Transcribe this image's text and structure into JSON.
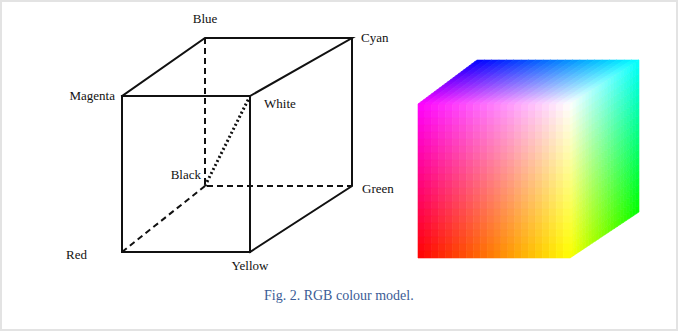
{
  "diagram": {
    "caption": "Fig. 2. RGB colour model.",
    "labels": [
      "Blue",
      "Cyan",
      "Magenta",
      "White",
      "Black",
      "Green",
      "Red",
      "Yellow"
    ]
  }
}
